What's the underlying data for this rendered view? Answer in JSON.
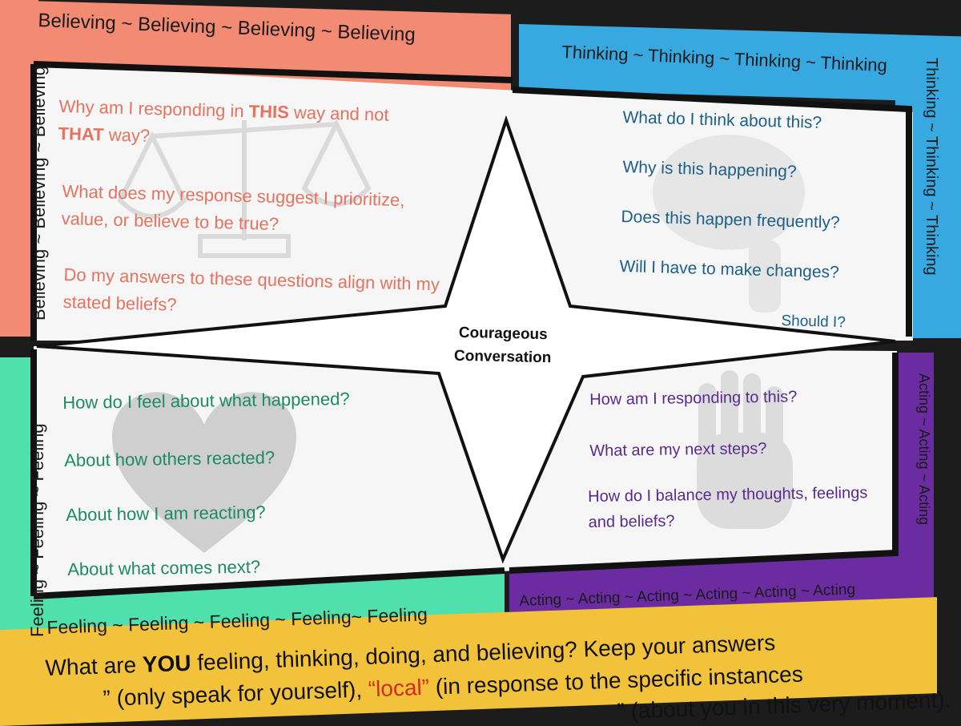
{
  "bands": {
    "believing_top": "Believing ~ Believing ~ Believing ~ Believing",
    "believing_side": "Believing ~ Believing ~ Believing",
    "thinking_top": "Thinking ~ Thinking ~ Thinking ~ Thinking",
    "thinking_side": "Thinking ~ Thinking ~ Thinking",
    "feeling_bottom": "Feeling ~ Feeling ~ Feeling ~ Feeling~ Feeling",
    "feeling_side": "Feeling ~ Feeling ~ Feeling",
    "acting_bottom": "Acting ~ Acting ~ Acting ~ Acting ~ Acting ~ Acting",
    "acting_side": "Acting ~ Acting ~ Acting"
  },
  "center": {
    "line1": "Courageous",
    "line2": "Conversation"
  },
  "believing": {
    "q1_a": "Why am I responding in ",
    "q1_b": "THIS",
    "q1_c": " way and not",
    "q1_d": "THAT",
    "q1_e": " way?",
    "q2": "What does my response suggest I prioritize, value, or believe to be true?",
    "q3": "Do my answers to these questions align with my stated beliefs?"
  },
  "thinking": {
    "q1": "What do I think about this?",
    "q2": "Why is this happening?",
    "q3": "Does this happen frequently?",
    "q4": "Will I have to make changes?",
    "q5": "Should I?"
  },
  "feeling": {
    "q1": "How do I feel about what happened?",
    "q2": "About how others reacted?",
    "q3": "About how I am reacting?",
    "q4": "About what comes next?"
  },
  "acting": {
    "q1": "How am I responding to this?",
    "q2": "What are my next steps?",
    "q3": "How do I balance my thoughts, feelings and beliefs?"
  },
  "bottom": {
    "line1_a": "What are ",
    "line1_b": "YOU",
    "line1_c": " feeling, thinking, doing, and believing?  Keep your answers",
    "line2_a": "” (only speak for yourself), ",
    "line2_b": "“local”",
    "line2_c": " (in response to the specific instances",
    "line3_a": "” (about you in this very moment)."
  },
  "colors": {
    "believing": "#f28a74",
    "thinking": "#38a9e0",
    "feeling": "#4fe0ad",
    "acting": "#6a2ca0",
    "bottom_panel": "#f2c33a"
  },
  "icons": [
    "scales-icon",
    "brain-icon",
    "heart-icon",
    "hand-icon",
    "four-point-star-shape"
  ]
}
